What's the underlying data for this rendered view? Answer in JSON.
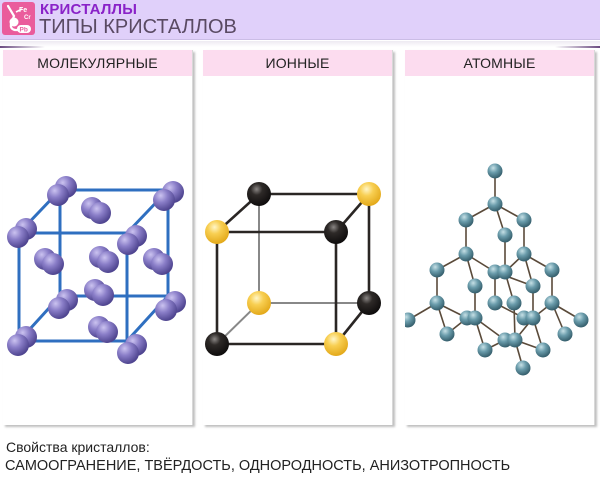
{
  "header": {
    "logo_icon": "chemistry-flask-icon",
    "logo_symbols": [
      "Fe",
      "Cr",
      "Pb"
    ],
    "kicker": "КРИСТАЛЛЫ",
    "title": "ТИПЫ КРИСТАЛЛОВ"
  },
  "panels": [
    {
      "label": "МОЛЕКУЛЯРНЫЕ",
      "figure": "molecular-lattice",
      "colors": {
        "particle": "#7c6fc0",
        "bond": "#2f6fc0"
      }
    },
    {
      "label": "ИОННЫЕ",
      "figure": "ionic-lattice",
      "colors": {
        "cation": "#f5c43a",
        "anion": "#2a2624",
        "bond": "#222222"
      }
    },
    {
      "label": "АТОМНЫЕ",
      "figure": "atomic-lattice",
      "colors": {
        "atom": "#5a8fa0",
        "bond": "#5a4a3a"
      }
    }
  ],
  "properties": {
    "label": "Свойства кристаллов:",
    "values": "САМООГРАНЕНИЕ, ТВЁРДОСТЬ, ОДНОРОДНОСТЬ, АНИЗОТРОПНОСТЬ"
  },
  "colors": {
    "header_bg": "#e0d0fa",
    "kicker": "#8a22c8",
    "title": "#5a4a63",
    "logo_bg": "#ea5c9c",
    "panel_head_bg": "#fcdcef"
  }
}
